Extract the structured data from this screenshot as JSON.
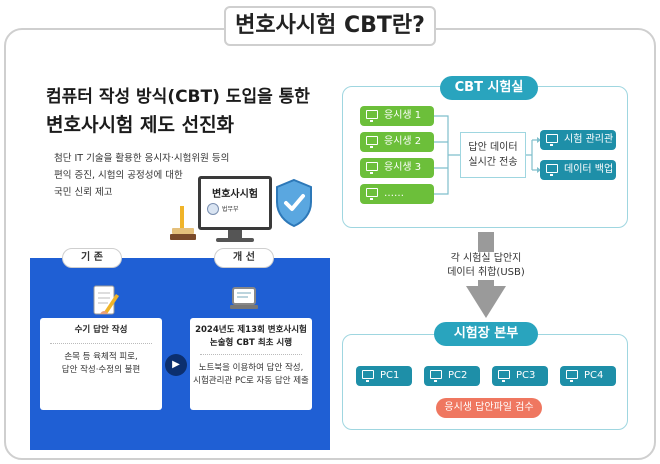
{
  "title": "변호사시험 CBT란?",
  "headline": {
    "line1": "컴퓨터 작성 방식(CBT) 도입을 통한",
    "line2": "변호사시험 제도 선진화"
  },
  "description": [
    "첨단 IT 기술을 활용한 응시자·시험위원 등의",
    "편익 증진, 시험의 공정성에 대한",
    "국민 신뢰 제고"
  ],
  "illustration": {
    "monitor_text": "변호사시험",
    "seal_label": "법무부",
    "icons": [
      "books-pencil-icon",
      "monitor-icon",
      "shield-check-icon"
    ]
  },
  "comparison": {
    "before": {
      "tag": "기 존",
      "title": "수기 답안 작성",
      "details": [
        "손목 등 육체적 피로,",
        "답안 작성·수정의 불편"
      ],
      "icon": "handwriting-icon"
    },
    "after": {
      "tag": "개 선",
      "title_lines": [
        "2024년도 제13회 변호사시험",
        "논술형 CBT 최초 시행"
      ],
      "details": [
        "노트북을 이용하여 답안 작성,",
        "시험관리관 PC로 자동 답안 제출"
      ],
      "icon": "laptop-icon"
    },
    "arrow_icon": "play-arrow-icon"
  },
  "cbt_room": {
    "title": "CBT 시험실",
    "examinees": [
      "응시생 1",
      "응시생 2",
      "응시생 3",
      "……"
    ],
    "transfer_lines": [
      "답안 데이터",
      "실시간 전송"
    ],
    "targets": [
      "시험 관리관",
      "데이터 백업"
    ]
  },
  "usb_step": [
    "각 시험실 답안지",
    "데이터 취합(USB)"
  ],
  "headquarters": {
    "title": "시험장 본부",
    "pcs": [
      "PC1",
      "PC2",
      "PC3",
      "PC4"
    ],
    "review": "응시생 답안파일 검수"
  },
  "colors": {
    "panel_blue": "#1f5fd4",
    "teal": "#29a4be",
    "green": "#6cbf3a",
    "dark_teal": "#1e8fa8",
    "coral": "#ef7760"
  }
}
